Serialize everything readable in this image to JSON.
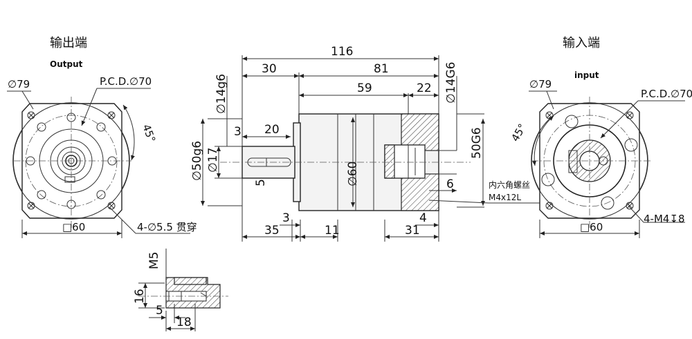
{
  "output_view": {
    "title_cn": "输出端",
    "title_en": "Output",
    "dia_outer": "∅79",
    "pcd": "P.C.D.∅70",
    "angle": "45°",
    "square": "□60",
    "holes": "4-∅5.5 贯穿"
  },
  "side_view": {
    "overall_length": "116",
    "shaft_section": "30",
    "body_length": "81",
    "inner_59": "59",
    "inner_22": "22",
    "bore_dia": "∅14G6",
    "shaft_dia_label": "∅14g6",
    "flange_dia": "∅50g6",
    "shaft_17": "∅17",
    "key_3": "3",
    "key_20": "20",
    "key_5": "5",
    "body_60": "∅60",
    "bore_50": "50G6",
    "step_6": "6",
    "screw_cn": "内六角螺丝",
    "screw_spec": "M4x12L",
    "dim_3": "3",
    "dim_35": "35",
    "dim_11": "11",
    "dim_4": "4",
    "dim_31": "31"
  },
  "input_view": {
    "title_cn": "输入端",
    "title_en": "input",
    "dia_outer": "∅79",
    "pcd": "P.C.D.∅70",
    "angle": "45°",
    "square": "□60",
    "holes": "4-M4↧8"
  },
  "detail_view": {
    "thread": "M5",
    "depth_16": "16",
    "dim_5": "5",
    "dim_18": "18"
  }
}
